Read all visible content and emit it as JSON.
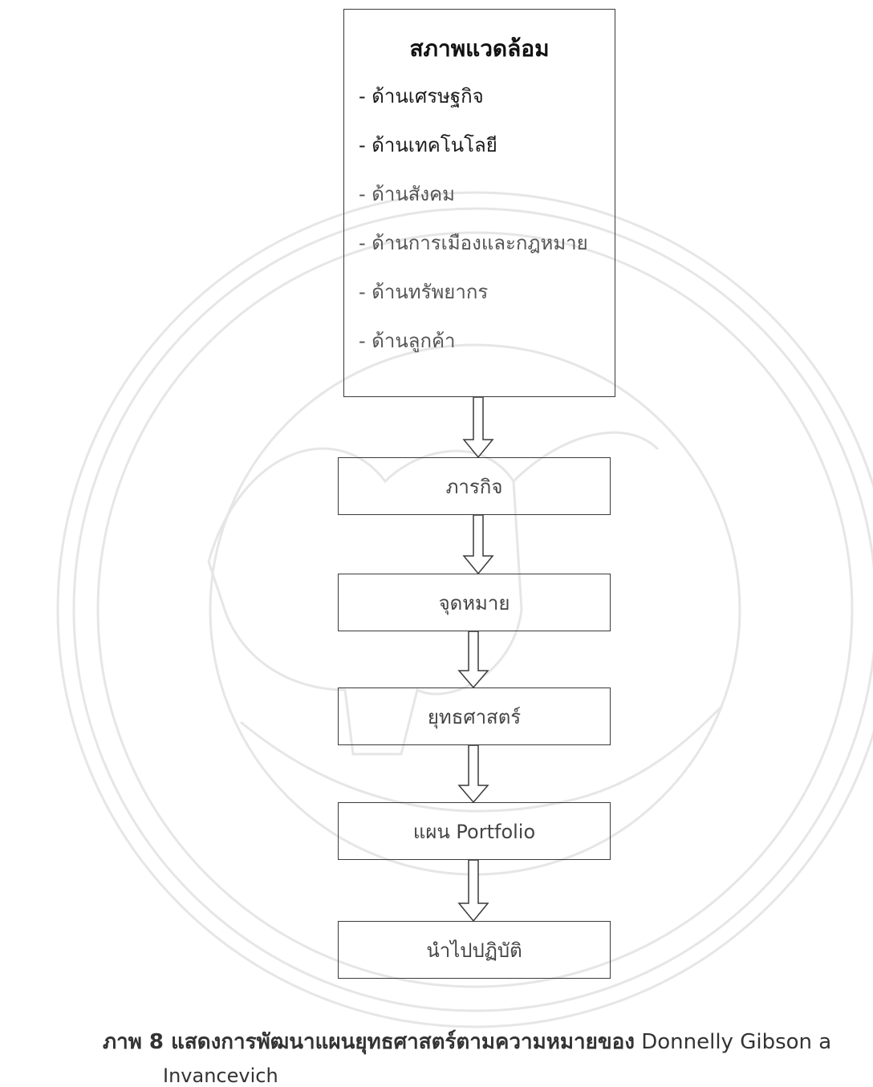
{
  "environment": {
    "title": "สภาพแวดล้อม",
    "items": [
      "- ด้านเศรษฐกิจ",
      "- ด้านเทคโนโลยี",
      "- ด้านสังคม",
      "- ด้านการเมืองและกฎหมาย",
      "- ด้านทรัพยากร",
      "- ด้านลูกค้า"
    ]
  },
  "steps": [
    "ภารกิจ",
    "จุดหมาย",
    "ยุทธศาสตร์",
    "แผน Portfolio",
    "นำไปปฏิบัติ"
  ],
  "caption": {
    "prefix": "ภาพ 8 ",
    "bold": "แสดงการพัฒนาแผนยุทธศาสตร์ตามความหมายของ",
    "suffix": " Donnelly Gibson a",
    "line2": "Invancevich"
  },
  "colors": {
    "box_border": "#3a3a3a",
    "watermark": "#e6e6e6"
  }
}
